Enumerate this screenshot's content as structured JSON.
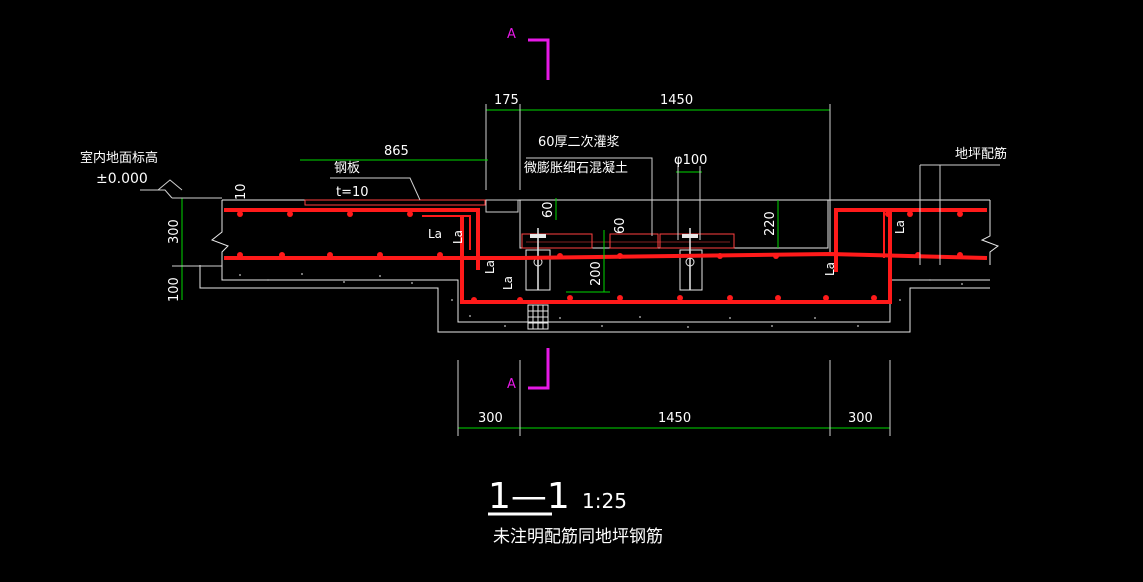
{
  "drawing": {
    "section_letter_top": "A",
    "section_letter_bottom": "A",
    "floor_elev_label": "室内地面标高",
    "floor_elev_value": "±0.000",
    "steel_plate_label": "钢板",
    "steel_plate_thk": "t=10",
    "grout_label": "60厚二次灌浆",
    "grout_material": "微膨胀细石混凝土",
    "bolt_dia": "φ100",
    "floor_rebar_label": "地坪配筋",
    "anchor_la": "La",
    "dims": {
      "top_175": "175",
      "top_1450": "1450",
      "left_865": "865",
      "left_300": "300",
      "left_100": "100",
      "d_10": "10",
      "d_60a": "60",
      "d_60b": "60",
      "d_200": "200",
      "d_220": "220",
      "bot_300a": "300",
      "bot_1450": "1450",
      "bot_300b": "300"
    },
    "title_number": "1—1",
    "scale": "1:25",
    "note": "未注明配筋同地坪钢筋"
  },
  "colors": {
    "background": "#000000",
    "rebar": "#ff1a1a",
    "dimension": "#00d800",
    "section_marker": "#e619e6",
    "outline": "#e8e8e8"
  }
}
